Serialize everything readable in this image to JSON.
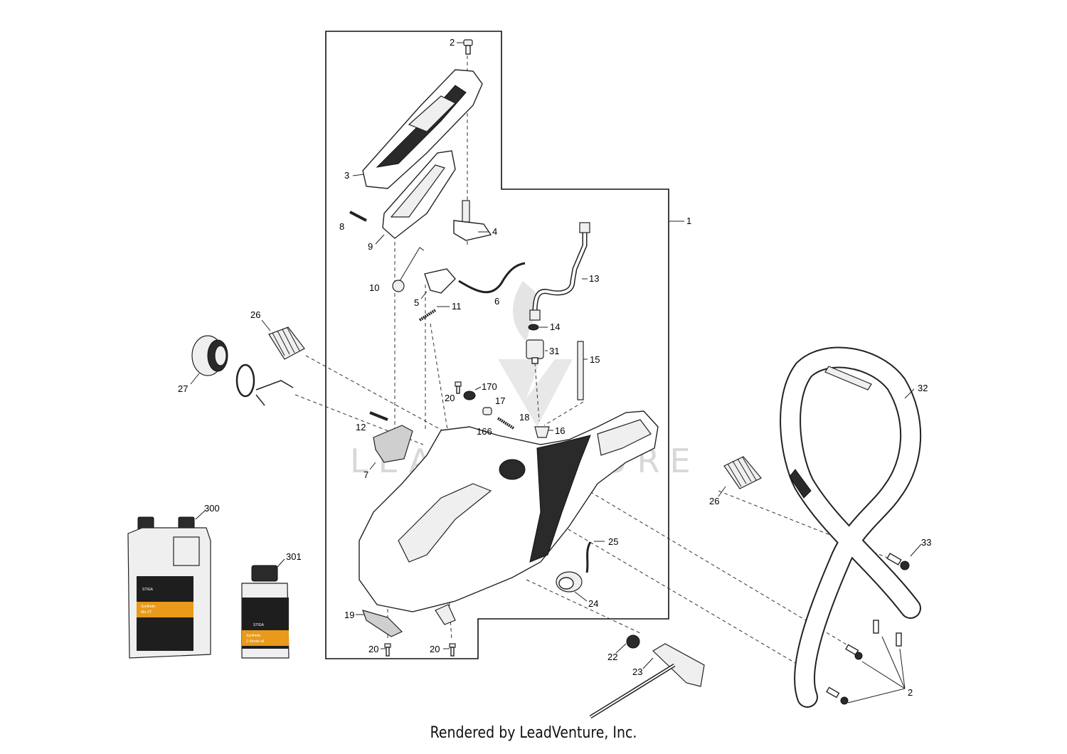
{
  "diagram": {
    "watermark": "LEADVENTURE",
    "footer": "Rendered by LeadVenture, Inc.",
    "callouts": [
      {
        "id": "c2-top",
        "text": "2"
      },
      {
        "id": "c3",
        "text": "3"
      },
      {
        "id": "c1",
        "text": "1"
      },
      {
        "id": "c4",
        "text": "4"
      },
      {
        "id": "c8",
        "text": "8"
      },
      {
        "id": "c9",
        "text": "9"
      },
      {
        "id": "c13",
        "text": "13"
      },
      {
        "id": "c10",
        "text": "10"
      },
      {
        "id": "c5",
        "text": "5"
      },
      {
        "id": "c6",
        "text": "6"
      },
      {
        "id": "c11",
        "text": "11"
      },
      {
        "id": "c14",
        "text": "14"
      },
      {
        "id": "c31",
        "text": "31"
      },
      {
        "id": "c15",
        "text": "15"
      },
      {
        "id": "c26-left",
        "text": "26"
      },
      {
        "id": "c27",
        "text": "27"
      },
      {
        "id": "c170",
        "text": "170"
      },
      {
        "id": "c20-mid",
        "text": "20"
      },
      {
        "id": "c17",
        "text": "17"
      },
      {
        "id": "c18",
        "text": "18"
      },
      {
        "id": "c12",
        "text": "12"
      },
      {
        "id": "c166",
        "text": "166"
      },
      {
        "id": "c16",
        "text": "16"
      },
      {
        "id": "c32",
        "text": "32"
      },
      {
        "id": "c7",
        "text": "7"
      },
      {
        "id": "c26-right",
        "text": "26"
      },
      {
        "id": "c300",
        "text": "300"
      },
      {
        "id": "c301",
        "text": "301"
      },
      {
        "id": "c25",
        "text": "25"
      },
      {
        "id": "c33",
        "text": "33"
      },
      {
        "id": "c24",
        "text": "24"
      },
      {
        "id": "c19",
        "text": "19"
      },
      {
        "id": "c20-bl",
        "text": "20"
      },
      {
        "id": "c20-br",
        "text": "20"
      },
      {
        "id": "c22",
        "text": "22"
      },
      {
        "id": "c23",
        "text": "23"
      },
      {
        "id": "c2-right",
        "text": "2"
      }
    ],
    "bottles": {
      "large": {
        "brand": "STIGA",
        "line1": "Synthetic",
        "line2": "Mix 2T"
      },
      "small": {
        "brand": "STIGA",
        "line1": "Synthetic",
        "line2": "2-Stroke oil"
      }
    }
  }
}
